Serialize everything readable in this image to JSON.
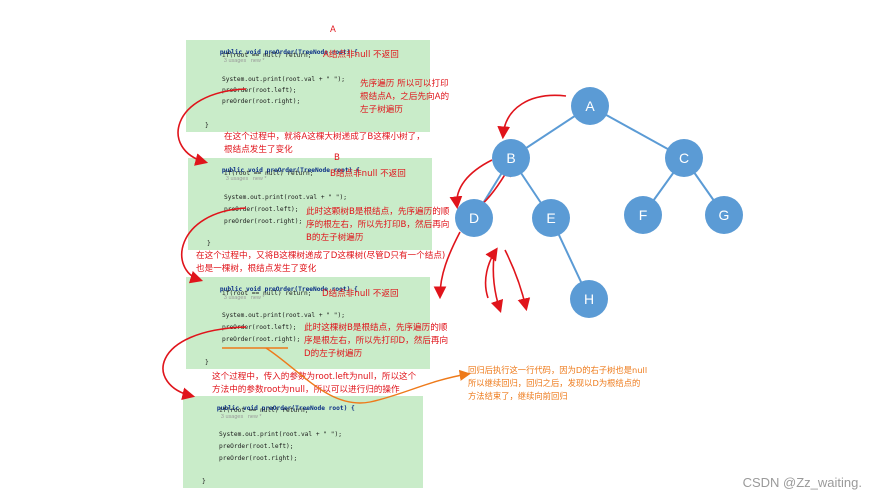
{
  "top_label": "A",
  "blocks": [
    {
      "signature": "public void preOrder(TreeNode root) {",
      "meta": "3 usages   new *",
      "lines": [
        "if(root == null) return;",
        "System.out.print(root.val + \" \");",
        "preOrder(root.left);",
        "preOrder(root.right);",
        "}"
      ],
      "label": "",
      "note_null": "A结点非null 不返回"
    },
    {
      "signature": "public void preOrder(TreeNode root) {",
      "meta": "3 usages   new *",
      "lines": [
        "if(root == null) return;",
        "System.out.print(root.val + \" \");",
        "preOrder(root.left);",
        "preOrder(root.right);",
        "}"
      ],
      "label": "B",
      "note_null": "B结点非null 不返回"
    },
    {
      "signature": "public void preOrder(TreeNode root) {",
      "meta": "3 usages   new *",
      "lines": [
        "if(root == null) return;",
        "System.out.print(root.val + \" \");",
        "preOrder(root.left);",
        "preOrder(root.right);",
        "}"
      ],
      "label": "",
      "note_null": "D结点非null 不返回"
    },
    {
      "signature": "public void preOrder(TreeNode root) {",
      "meta": "3 usages   new *",
      "lines": [
        "if(root == null) return;",
        "System.out.print(root.val + \" \");",
        "preOrder(root.left);",
        "preOrder(root.right);",
        "}"
      ],
      "label": "",
      "note_null": ""
    }
  ],
  "notes": {
    "n1": [
      "先序遍历 所以可以打印",
      "根结点A，之后先向A的",
      "左子树遍历"
    ],
    "n2": [
      "在这个过程中，就将A这棵大树递成了B这棵小树了，",
      "根结点发生了变化"
    ],
    "n3": [
      "此时这颗树B是根结点，先序遍历的顺",
      "序的根左右，所以先打印B，然后再向",
      "B的左子树遍历"
    ],
    "n4": [
      "在这个过程中，又将B这棵树递成了D这棵树(尽管D只有一个结点)",
      "也是一棵树，根结点发生了变化"
    ],
    "n5": [
      "此时这棵树B是根结点，先序遍历的顺",
      "序是根左右，所以先打印D，然后再向",
      "D的左子树遍历"
    ],
    "n6": [
      "这个过程中，传入的参数为root.left为null，所以这个",
      "方法中的参数root为null，所以可以进行归的操作"
    ],
    "n7": [
      "回归后执行这一行代码，因为D的右子树也是null",
      "所以继续回归，回归之后，发现以D为根结点的",
      "方法结束了，继续向前回归"
    ]
  },
  "tree": {
    "nodes": [
      "A",
      "B",
      "C",
      "D",
      "E",
      "F",
      "G",
      "H"
    ],
    "edges": [
      [
        "A",
        "B"
      ],
      [
        "A",
        "C"
      ],
      [
        "B",
        "D"
      ],
      [
        "B",
        "E"
      ],
      [
        "C",
        "F"
      ],
      [
        "C",
        "G"
      ],
      [
        "E",
        "H"
      ]
    ]
  },
  "colors": {
    "code_bg": "#c9ecc9",
    "node": "#5b9bd5",
    "annotation_red": "#e0141b",
    "annotation_orange": "#ee7a1a"
  },
  "watermark": "CSDN @Zz_waiting."
}
